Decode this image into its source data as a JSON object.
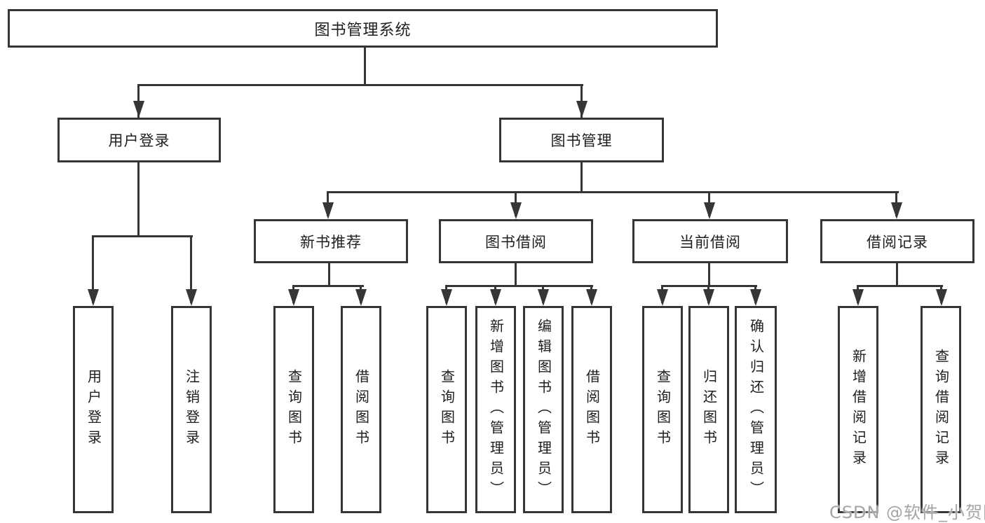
{
  "tree": {
    "root": {
      "label": "图书管理系统"
    },
    "children": [
      {
        "label": "用户登录",
        "children": [
          {
            "label": "用户登录"
          },
          {
            "label": "注销登录"
          }
        ]
      },
      {
        "label": "图书管理",
        "children": [
          {
            "label": "新书推荐",
            "children": [
              {
                "label": "查询图书"
              },
              {
                "label": "借阅图书"
              }
            ]
          },
          {
            "label": "图书借阅",
            "children": [
              {
                "label": "查询图书"
              },
              {
                "label": "新增图书（管理员）"
              },
              {
                "label": "编辑图书（管理员）"
              },
              {
                "label": "借阅图书"
              }
            ]
          },
          {
            "label": "当前借阅",
            "children": [
              {
                "label": "查询图书"
              },
              {
                "label": "归还图书"
              },
              {
                "label": "确认归还（管理员）"
              }
            ]
          },
          {
            "label": "借阅记录",
            "children": [
              {
                "label": "新增借阅记录"
              },
              {
                "label": "查询借阅记录"
              }
            ]
          }
        ]
      }
    ]
  },
  "watermark": {
    "text": "CSDN @软件_小贺同学"
  },
  "colors": {
    "line": "#363636",
    "text": "#1e1e1e",
    "watermark": "#a5a5a5",
    "background": "#ffffff"
  }
}
